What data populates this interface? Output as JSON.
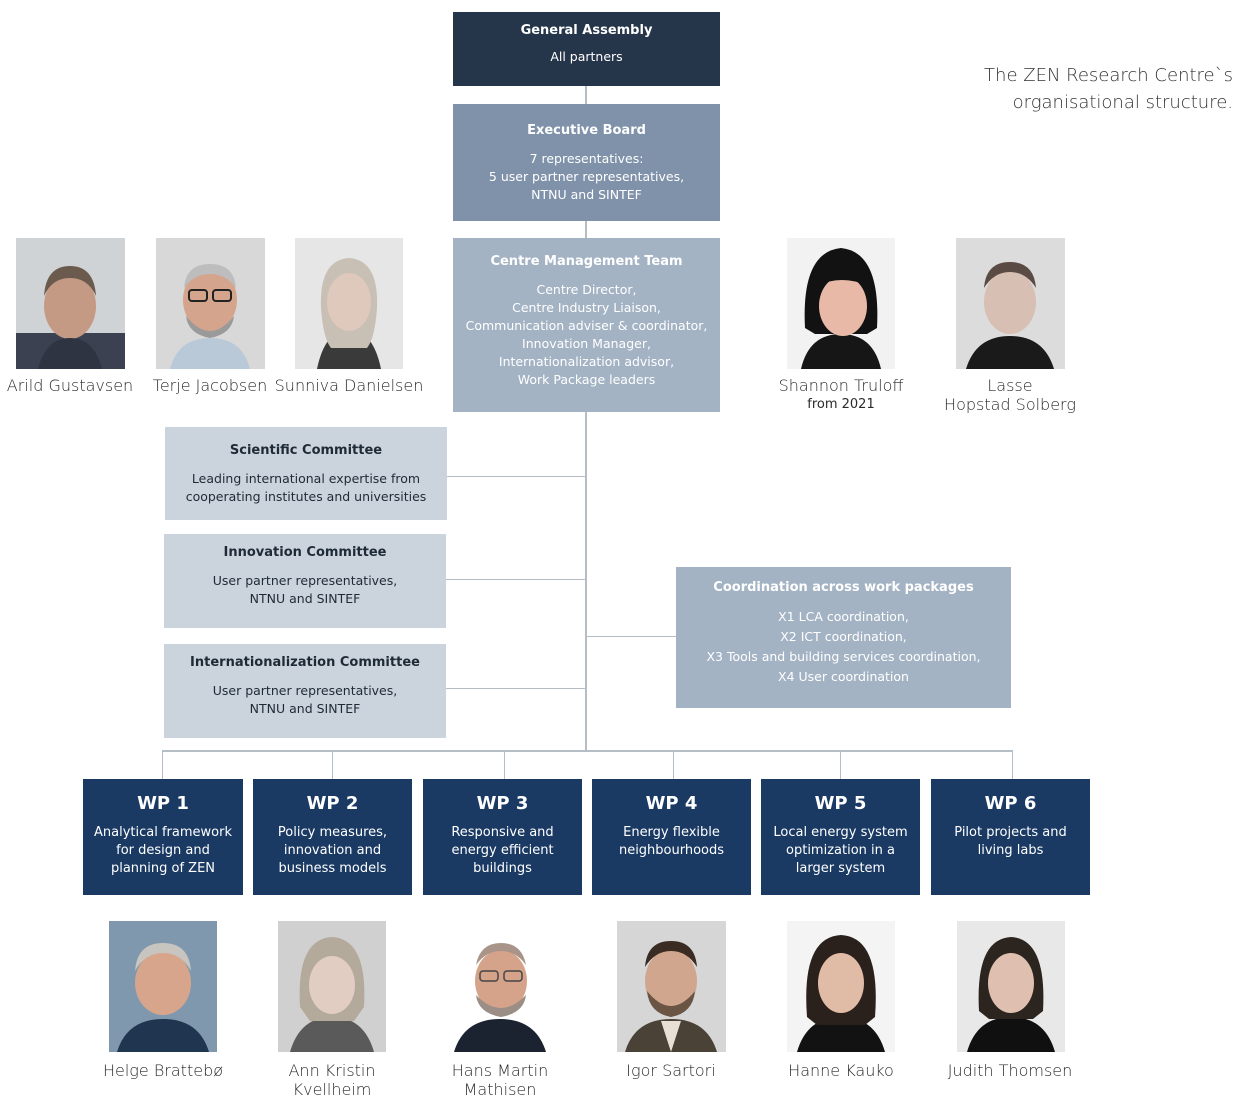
{
  "caption": "The ZEN Research Centre`s\norganisational structure.",
  "general_assembly": {
    "title": "General Assembly",
    "body": "All partners"
  },
  "executive_board": {
    "title": "Executive Board",
    "body": "7 representatives:\n5 user partner representatives,\nNTNU and SINTEF"
  },
  "management_team": {
    "title": "Centre Management Team",
    "body": "Centre Director,\nCentre Industry Liaison,\nCommunication adviser & coordinator,\nInnovation Manager,\nInternationalization advisor,\nWork Package leaders"
  },
  "scientific_committee": {
    "title": "Scientific Committee",
    "body": "Leading international expertise from\ncooperating institutes and universities"
  },
  "innovation_committee": {
    "title": "Innovation Committee",
    "body": "User partner representatives,\nNTNU and SINTEF"
  },
  "internationalization_committee": {
    "title": "Internationalization Committee",
    "body": "User partner representatives,\nNTNU and SINTEF"
  },
  "coordination": {
    "title": "Coordination across work packages",
    "body": "X1 LCA coordination,\nX2 ICT coordination,\nX3 Tools and building services coordination,\nX4 User coordination"
  },
  "top_people": [
    {
      "name": "Arild Gustavsen"
    },
    {
      "name": "Terje Jacobsen"
    },
    {
      "name": "Sunniva Danielsen"
    },
    {
      "name": "Shannon Truloff",
      "note": "from 2021"
    },
    {
      "name": "Lasse\nHopstad Solberg"
    }
  ],
  "work_packages": [
    {
      "title": "WP 1",
      "body": "Analytical framework\nfor design and\nplanning of ZEN",
      "leader": "Helge Brattebø"
    },
    {
      "title": "WP 2",
      "body": "Policy measures,\ninnovation and\nbusiness models",
      "leader": "Ann Kristin\nKvellheim"
    },
    {
      "title": "WP 3",
      "body": "Responsive and\nenergy efficient\nbuildings",
      "leader": "Hans Martin\nMathisen"
    },
    {
      "title": "WP 4",
      "body": "Energy flexible\nneighbourhoods",
      "leader": "Igor Sartori"
    },
    {
      "title": "WP 5",
      "body": "Local energy system\noptimization in a\nlarger system",
      "leader": "Hanne Kauko"
    },
    {
      "title": "WP 6",
      "body": "Pilot projects and\nliving labs",
      "leader": "Judith Thomsen"
    }
  ],
  "colors": {
    "dark": "#26364a",
    "mid": "#7f92a9",
    "light": "#a3b3c4",
    "pale": "#cbd4dd",
    "navy": "#1a3a64"
  }
}
